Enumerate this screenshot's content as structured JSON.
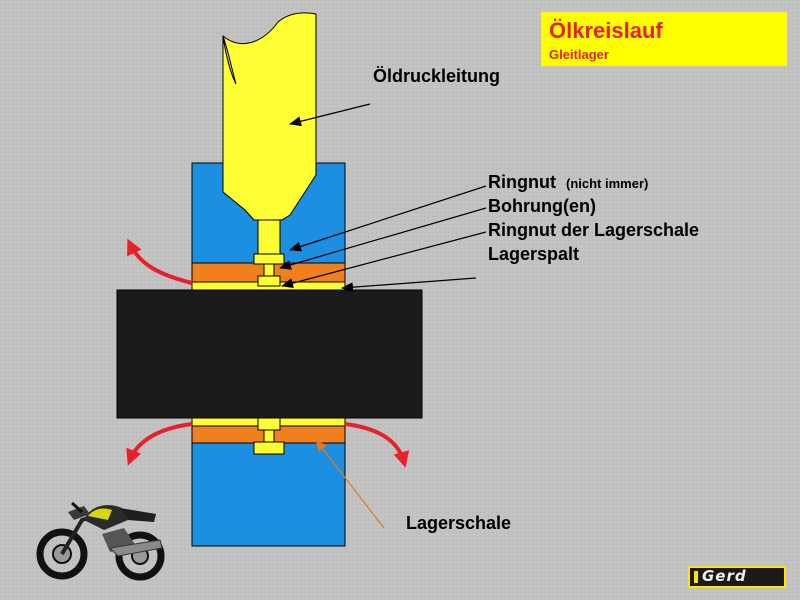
{
  "title": {
    "main": "Ölkreislauf",
    "sub": "Gleitlager"
  },
  "labels": {
    "oil_pressure_line": "Öldruckleitung",
    "ring_groove": "Ringnut",
    "ring_groove_note": "(nicht immer)",
    "bores": "Bohrung(en)",
    "bearing_shell_groove": "Ringnut der Lagerschale",
    "bearing_gap": "Lagerspalt",
    "bearing_shell": "Lagerschale"
  },
  "logo": {
    "text": "Gerd"
  },
  "colors": {
    "background": "#c0c0c0",
    "housing": "#1d8fe0",
    "oil_line": "#ffff33",
    "bearing_shell": "#f07f1e",
    "shaft": "#1b1b1b",
    "flow_arrow": "#e8202a",
    "title_box": "#ffff00",
    "title_text": "#e8202a"
  }
}
